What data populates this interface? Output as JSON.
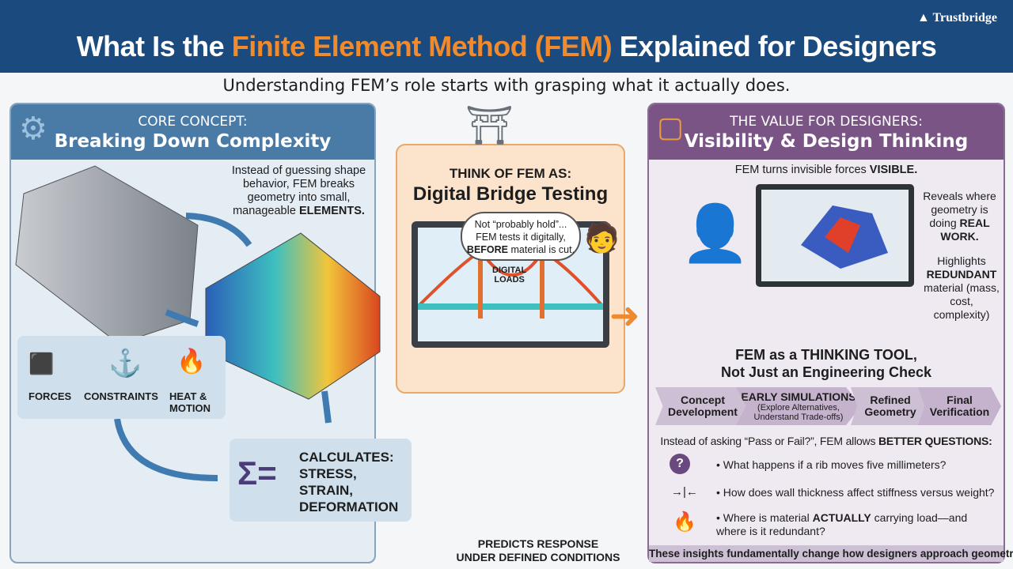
{
  "header": {
    "title_pre": "What Is the ",
    "title_highlight": "Finite Element Method (FEM)",
    "title_post": " Explained for Designers",
    "logo": "Trustbridge"
  },
  "subtitle": "Understanding FEM’s role starts with grasping what it actually does.",
  "left": {
    "kicker": "CORE CONCEPT:",
    "title": "Breaking Down Complexity",
    "intro": "Instead of guessing shape behavior, FEM breaks geometry into small, manageable",
    "intro_bold": "ELEMENTS.",
    "inputs": [
      {
        "icon": "weight-arrow-icon",
        "label": "FORCES"
      },
      {
        "icon": "anchor-icon",
        "label": "CONSTRAINTS"
      },
      {
        "icon": "flame-icon",
        "label": "HEAT & MOTION"
      }
    ],
    "calc_symbol": "Σ=",
    "calc": [
      "CALCULATES:",
      "STRESS,",
      "STRAIN,",
      "DEFORMATION"
    ],
    "predicts": [
      "PREDICTS RESPONSE",
      "UNDER DEFINED CONDITIONS"
    ]
  },
  "center": {
    "kicker": "THINK OF FEM AS:",
    "title": "Digital Bridge Testing",
    "bubble_1": "Not “probably hold”...",
    "bubble_2": "FEM tests it digitally,",
    "bubble_bold": "BEFORE",
    "bubble_3": " material is cut.",
    "loads": [
      "DIGITAL",
      "LOADS"
    ]
  },
  "right": {
    "kicker": "THE VALUE FOR DESIGNERS:",
    "title": "Visibility & Design Thinking",
    "lead": "FEM turns invisible forces",
    "lead_bold": "VISIBLE.",
    "reveals": "Reveals where geometry is doing",
    "reveals_bold": "REAL WORK.",
    "highlights": "Highlights",
    "highlights_bold": "REDUNDANT",
    "highlights_rest": "material (mass, cost, complexity)",
    "thinking_1": "FEM as a THINKING TOOL,",
    "thinking_2": "Not Just an Engineering Check",
    "steps": [
      {
        "title": "Concept Development",
        "note": ""
      },
      {
        "title": "EARLY SIMULATIONS",
        "note": "(Explore Alternatives, Understand Trade-offs)"
      },
      {
        "title": "Refined Geometry",
        "note": ""
      },
      {
        "title": "Final Verification",
        "note": ""
      }
    ],
    "questions_intro": "Instead of asking “Pass or Fail?”, FEM allows",
    "questions_bold": "BETTER QUESTIONS:",
    "questions": [
      {
        "icon": "question-arrow-icon",
        "text": "• What happens if a rib moves five millimeters?"
      },
      {
        "icon": "wall-thickness-icon",
        "text": "• How does wall thickness affect stiffness versus weight?"
      },
      {
        "icon": "flame-icon",
        "text_pre": "• Where is material ",
        "text_bold": "ACTUALLY",
        "text_post": " carrying load—and where is it redundant?"
      }
    ],
    "footer": "These insights fundamentally change how designers approach geometry."
  },
  "colors": {
    "header": "#1b4a7e",
    "accent": "#f08a2c",
    "left": "#4a7ba6",
    "right": "#7b5486"
  }
}
